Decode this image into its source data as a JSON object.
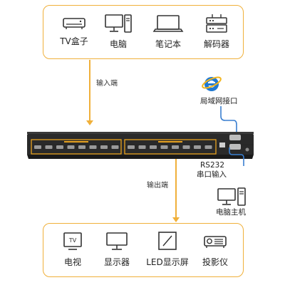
{
  "inputs": {
    "devices": [
      {
        "label": "TV盒子",
        "icon": "tv-box-icon"
      },
      {
        "label": "电脑",
        "icon": "computer-icon"
      },
      {
        "label": "笔记本",
        "icon": "laptop-icon"
      },
      {
        "label": "解码器",
        "icon": "decoder-icon"
      }
    ]
  },
  "input_label": "输入端",
  "output_label": "输出端",
  "outputs": {
    "devices": [
      {
        "label": "电视",
        "icon": "tv-icon",
        "badge": "TV"
      },
      {
        "label": "显示器",
        "icon": "monitor-icon"
      },
      {
        "label": "LED显示屏",
        "icon": "led-screen-icon"
      },
      {
        "label": "投影仪",
        "icon": "projector-icon"
      }
    ]
  },
  "network": {
    "label": "局域网接口",
    "icon": "ie-browser-icon"
  },
  "serial": {
    "line1": "RS232",
    "line2": "串口输入"
  },
  "host": {
    "label": "电脑主机",
    "icon": "desktop-host-icon"
  },
  "colors": {
    "accent": "#f0b03a",
    "chassis": "#2a2a2a",
    "port_highlight": "#e8a21f",
    "ie_blue": "#1f78d1"
  }
}
